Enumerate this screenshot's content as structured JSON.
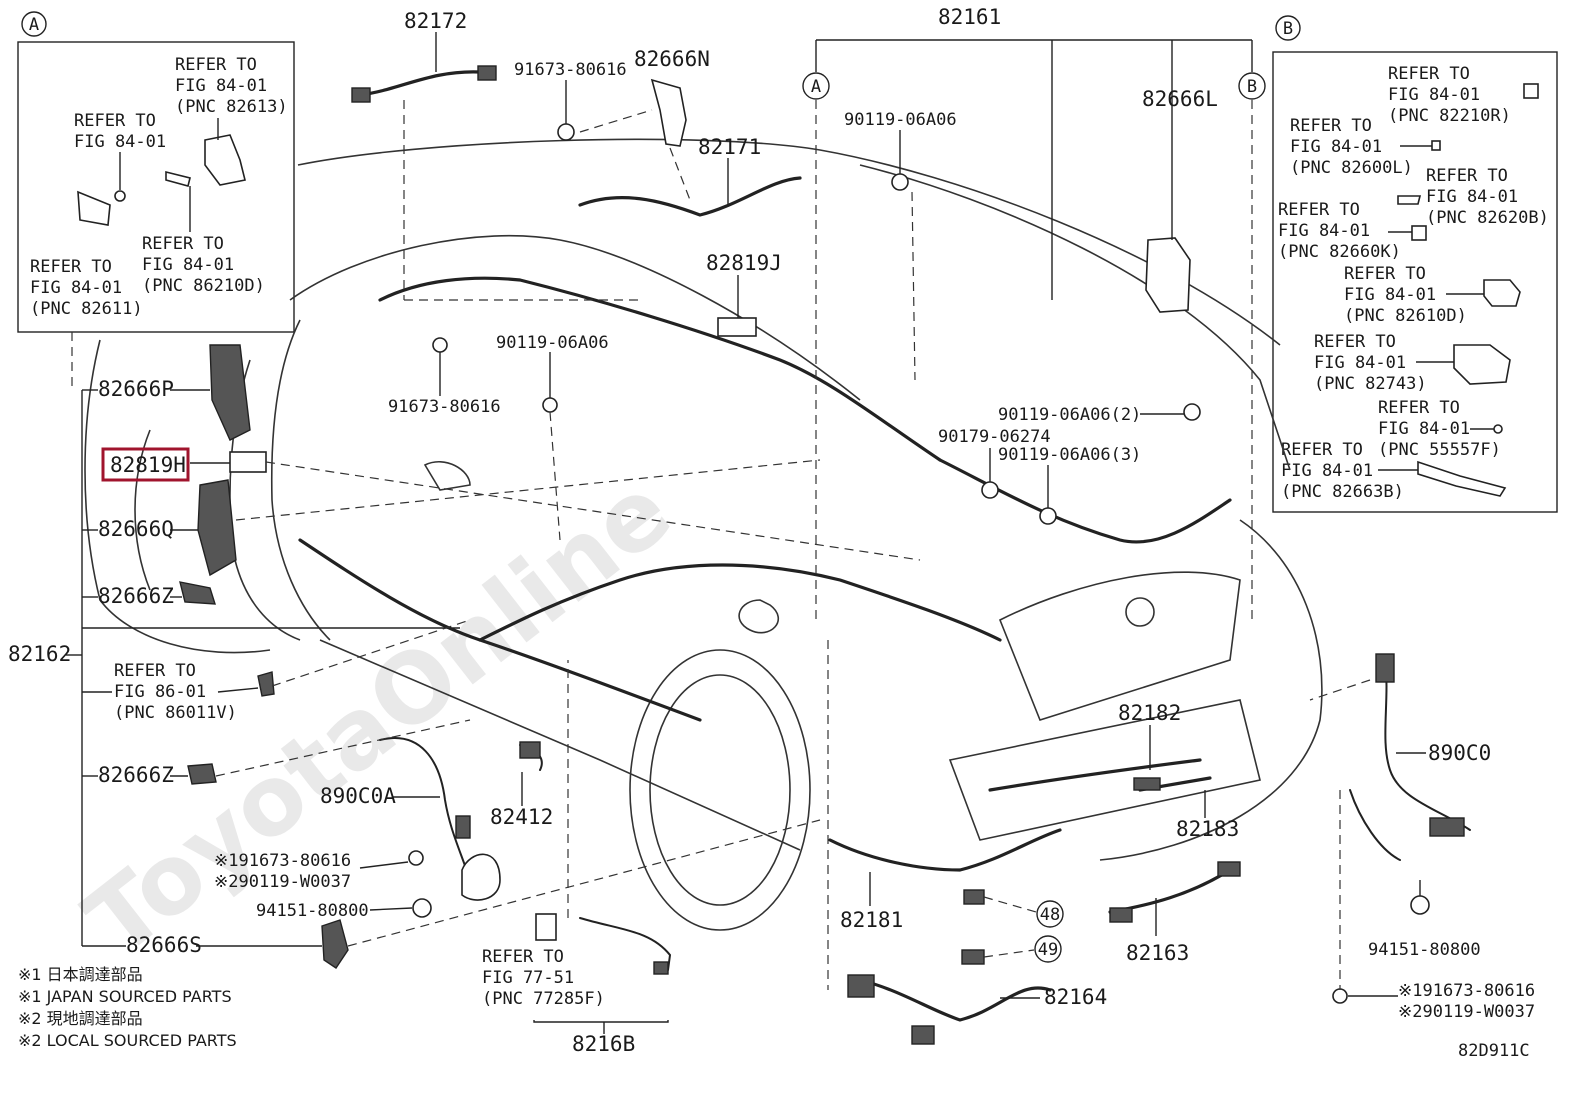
{
  "inset_a": {
    "marker": "A",
    "ref_top_right": [
      "REFER TO",
      "FIG 84-01",
      "(PNC 82613)"
    ],
    "ref_mid_left": [
      "REFER TO",
      "FIG 84-01"
    ],
    "ref_mid_right": [
      "REFER TO",
      "FIG 84-01",
      "(PNC 86210D)"
    ],
    "ref_bottom_left": [
      "REFER TO",
      "FIG 84-01",
      "(PNC 82611)"
    ]
  },
  "inset_b": {
    "marker": "B",
    "refs": [
      [
        "REFER TO",
        "FIG 84-01",
        "(PNC 82210R)"
      ],
      [
        "REFER TO",
        "FIG 84-01",
        "(PNC 82600L)"
      ],
      [
        "REFER TO",
        "FIG 84-01",
        "(PNC 82620B)"
      ],
      [
        "REFER TO",
        "FIG 84-01",
        "(PNC 82660K)"
      ],
      [
        "REFER TO",
        "FIG 84-01",
        "(PNC 82610D)"
      ],
      [
        "REFER TO",
        "FIG 84-01",
        "(PNC 82743)"
      ],
      [
        "REFER TO",
        "FIG 84-01",
        "(PNC 55557F)"
      ],
      [
        "REFER TO",
        "FIG 84-01",
        "(PNC 82663B)"
      ]
    ]
  },
  "markers": {
    "a": "A",
    "b": "B",
    "c48": "48",
    "c49": "49"
  },
  "labels": {
    "p82172": "82172",
    "p82161": "82161",
    "p91673_80616_top": "91673-80616",
    "p82666N": "82666N",
    "p82171": "82171",
    "p90119_06A06_top": "90119-06A06",
    "p82666L": "82666L",
    "p82819J": "82819J",
    "p90119_06A06_mid": "90119-06A06",
    "p91673_80616_mid": "91673-80616",
    "p82666P": "82666P",
    "p82819H": "82819H",
    "p82666Q": "82666Q",
    "p82666Z_1": "82666Z",
    "p82162": "82162",
    "p82666Z_2": "82666Z",
    "p82666S": "82666S",
    "p90119_06A06_2": "90119-06A06(2)",
    "p90179_06274": "90179-06274",
    "p90119_06A06_3": "90119-06A06(3)",
    "p82182": "82182",
    "p82183": "82183",
    "p890C0": "890C0",
    "p890C0A": "890C0A",
    "p82412": "82412",
    "p82181": "82181",
    "p82163": "82163",
    "p82164": "82164",
    "p82168": "8216B",
    "p94151_80800_left": "94151-80800",
    "p94151_80800_right": "94151-80800",
    "p_note1_left": "※191673-80616",
    "p_note2_left": "※290119-W0037",
    "p_note1_right": "※191673-80616",
    "p_note2_right": "※290119-W0037",
    "fig_code": "82D911C"
  },
  "ref_left_86011V": [
    "REFER TO",
    "FIG 86-01",
    "(PNC 86011V)"
  ],
  "ref_77285F": [
    "REFER TO",
    "FIG 77-51",
    "(PNC 77285F)"
  ],
  "legend": [
    "※1 日本調達部品",
    "※1 JAPAN SOURCED PARTS",
    "※2 現地調達部品",
    "※2 LOCAL SOURCED PARTS"
  ],
  "watermark": "ToyotaOnline",
  "colors": {
    "highlight": "#a0142d",
    "ink": "#222222"
  }
}
